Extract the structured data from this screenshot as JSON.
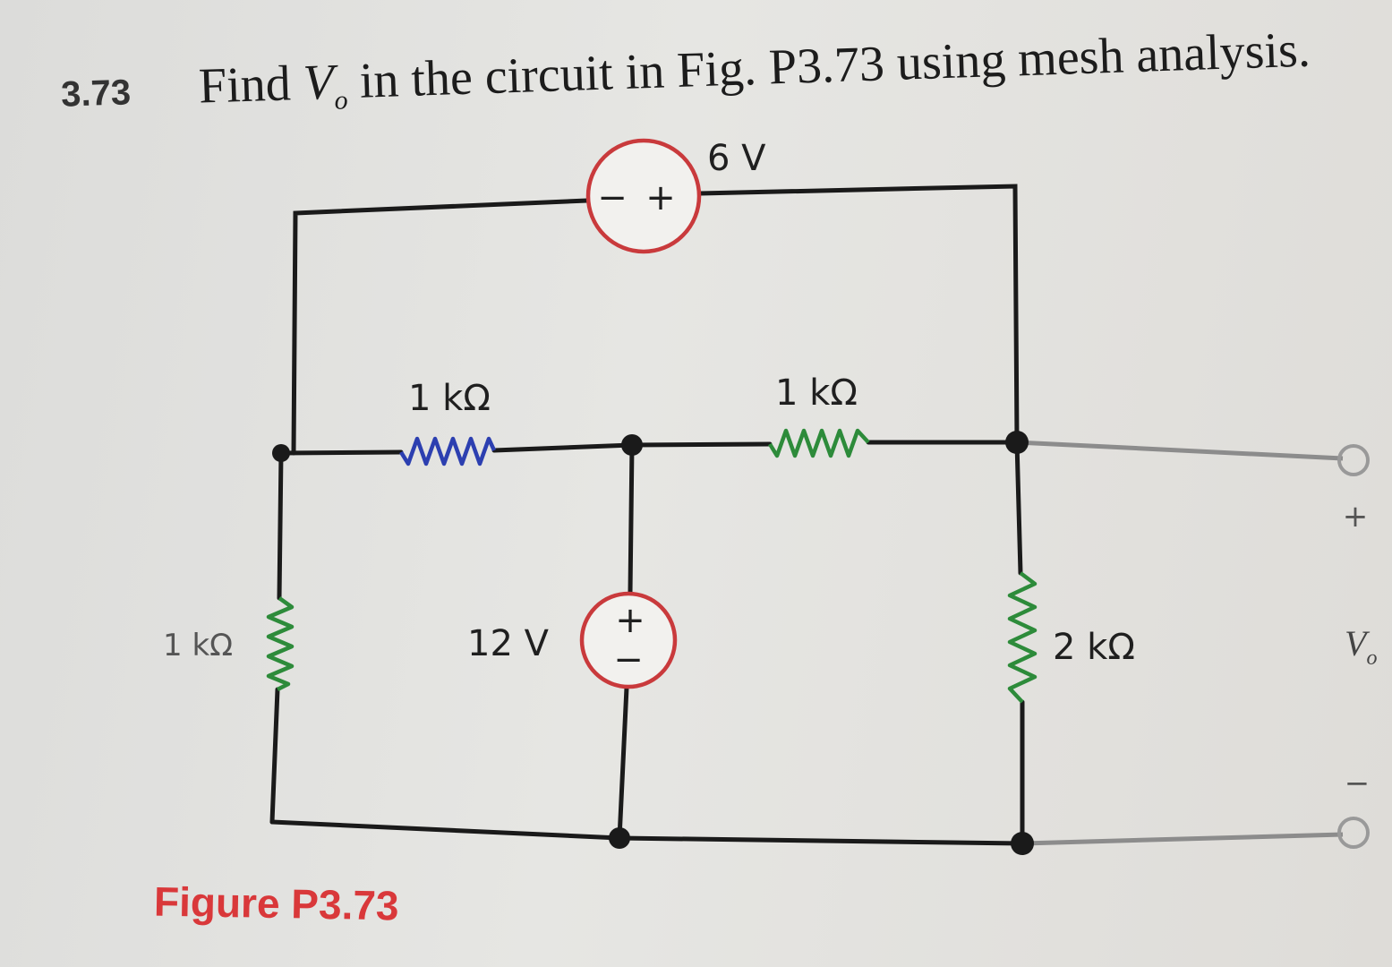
{
  "problem": {
    "number": "3.73",
    "text_before": "Find ",
    "v_symbol": "V",
    "v_subscript": "o",
    "text_after": " in the circuit in Fig. P3.73 using mesh analysis."
  },
  "circuit": {
    "top_source": {
      "label": "6 V",
      "minus": "−",
      "plus": "+"
    },
    "middle_source": {
      "label": "12 V",
      "plus": "+",
      "minus": "−"
    },
    "resistor_mid_left": "1 kΩ",
    "resistor_mid_right": "1 kΩ",
    "resistor_left": "1 kΩ",
    "resistor_right": "2 kΩ",
    "output": {
      "plus": "+",
      "minus": "−",
      "v_symbol": "V",
      "v_subscript": "o"
    }
  },
  "caption": "Figure P3.73",
  "colors": {
    "source_outline": "#c93a3c",
    "resistor_blue": "#2c3fb0",
    "resistor_green": "#2d8b3a",
    "caption": "#d9383a"
  }
}
